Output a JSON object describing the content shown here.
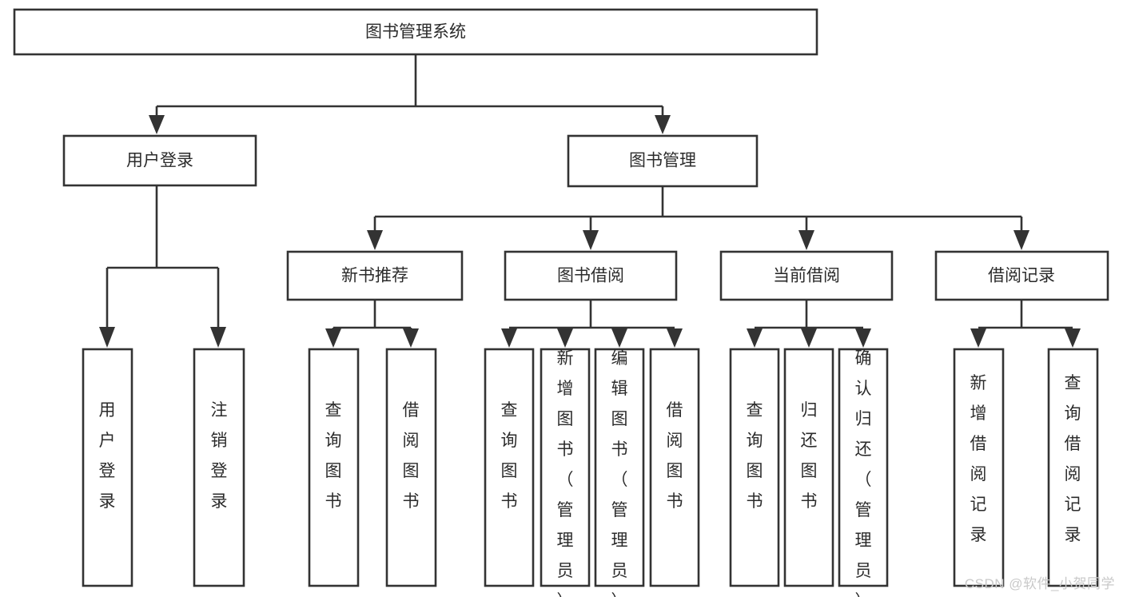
{
  "diagram": {
    "type": "tree-hierarchy",
    "title": "图书管理系统",
    "orientation": "top-down",
    "colors": {
      "box_fill": "#ffffff",
      "box_stroke": "#333333",
      "text": "#2b2b2b",
      "background": "#ffffff",
      "watermark": "#c9c9c9"
    },
    "root": {
      "label": "图书管理系统"
    },
    "level2": [
      {
        "label": "用户登录"
      },
      {
        "label": "图书管理"
      }
    ],
    "level3": [
      {
        "label": "新书推荐"
      },
      {
        "label": "图书借阅"
      },
      {
        "label": "当前借阅"
      },
      {
        "label": "借阅记录"
      }
    ],
    "leaves": {
      "user_login": [
        {
          "label": "用户登录"
        },
        {
          "label": "注销登录"
        }
      ],
      "new_book": [
        {
          "label": "查询图书"
        },
        {
          "label": "借阅图书"
        }
      ],
      "book_borrow": [
        {
          "label": "查询图书"
        },
        {
          "label": "新增图书（管理员）"
        },
        {
          "label": "编辑图书（管理员）"
        },
        {
          "label": "借阅图书"
        }
      ],
      "current_borrow": [
        {
          "label": "查询图书"
        },
        {
          "label": "归还图书"
        },
        {
          "label": "确认归还（管理员）"
        }
      ],
      "borrow_record": [
        {
          "label": "新增借阅记录"
        },
        {
          "label": "查询借阅记录"
        }
      ]
    }
  },
  "watermark": {
    "text": "CSDN @软件_小贺同学"
  }
}
